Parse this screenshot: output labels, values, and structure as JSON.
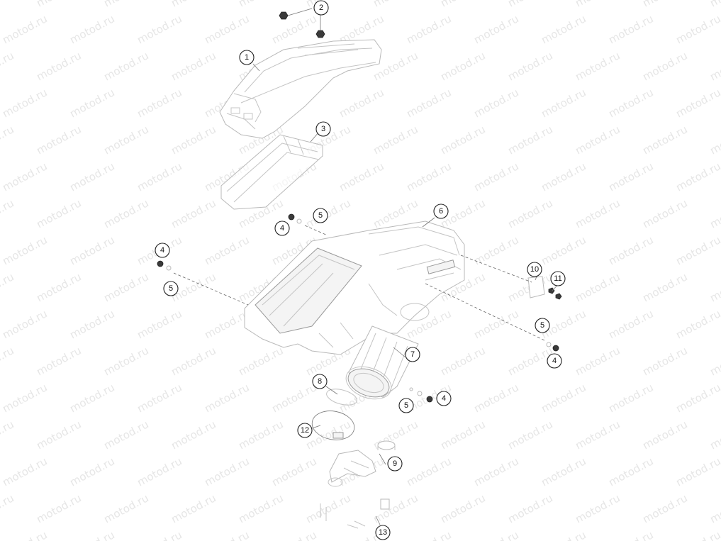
{
  "watermark": "motod.ru",
  "callouts": [
    {
      "id": "c1",
      "label": "1"
    },
    {
      "id": "c2",
      "label": "2"
    },
    {
      "id": "c3",
      "label": "3"
    },
    {
      "id": "c4a",
      "label": "4"
    },
    {
      "id": "c4b",
      "label": "4"
    },
    {
      "id": "c4c",
      "label": "4"
    },
    {
      "id": "c4d",
      "label": "4"
    },
    {
      "id": "c5a",
      "label": "5"
    },
    {
      "id": "c5b",
      "label": "5"
    },
    {
      "id": "c5c",
      "label": "5"
    },
    {
      "id": "c5d",
      "label": "5"
    },
    {
      "id": "c6",
      "label": "6"
    },
    {
      "id": "c7",
      "label": "7"
    },
    {
      "id": "c8",
      "label": "8"
    },
    {
      "id": "c9",
      "label": "9"
    },
    {
      "id": "c10",
      "label": "10"
    },
    {
      "id": "c11",
      "label": "11"
    },
    {
      "id": "c12",
      "label": "12"
    },
    {
      "id": "c13",
      "label": "13"
    }
  ]
}
